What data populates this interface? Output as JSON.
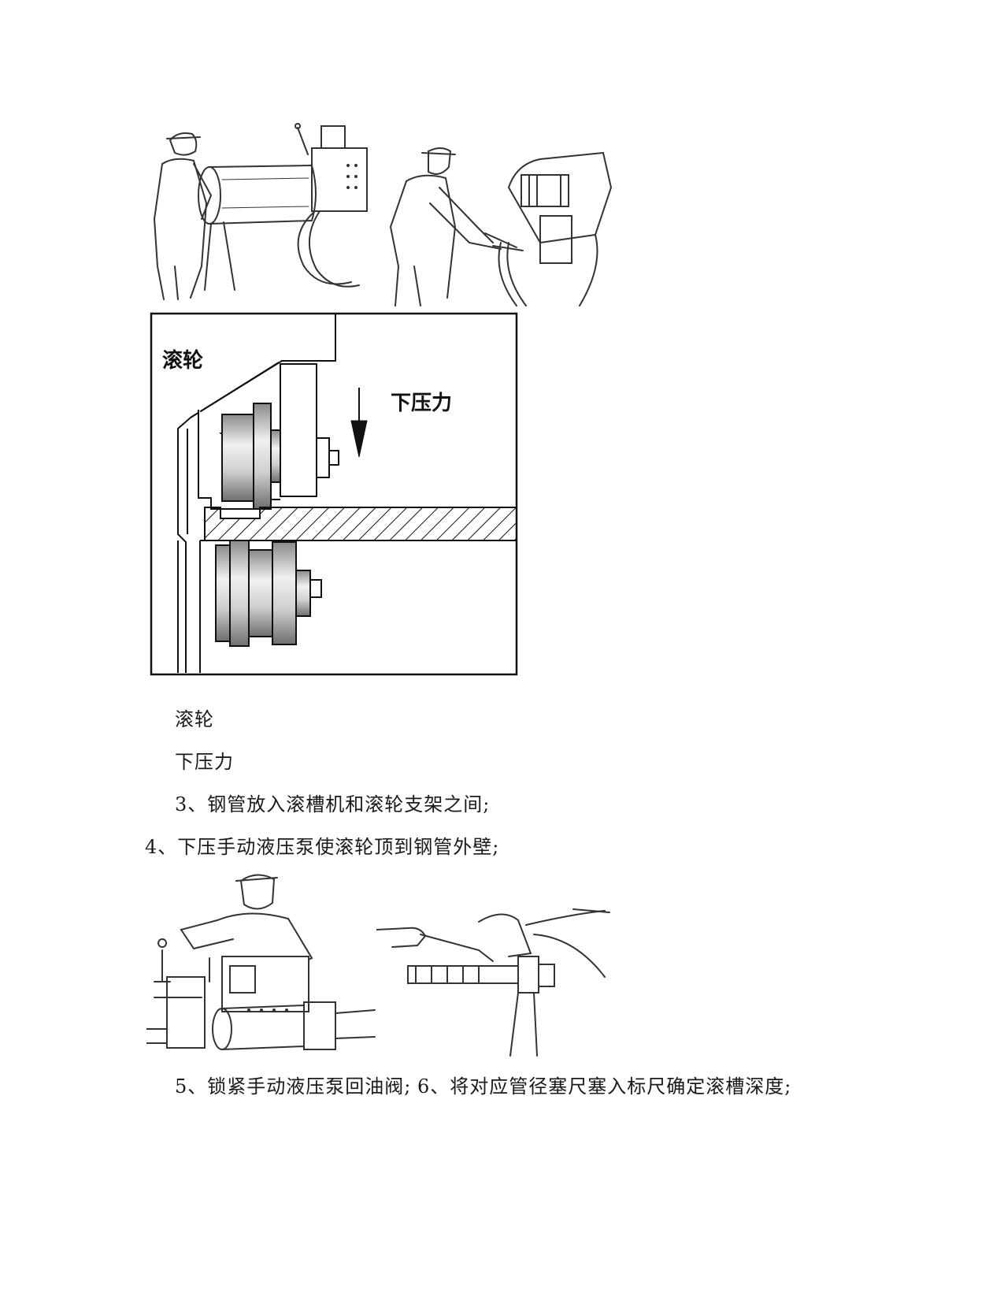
{
  "diagram": {
    "label_roller": "滚轮",
    "label_force": "下压力"
  },
  "text": {
    "caption_roller": "滚轮",
    "caption_force": "下压力",
    "step3": "3、钢管放入滚槽机和滚轮支架之间;",
    "step4": "4、下压手动液压泵使滚轮顶到钢管外壁;",
    "step5": "5、锁紧手动液压泵回油阀;",
    "step6": "6、将对应管径塞尺塞入标尺确定滚槽深度;"
  }
}
